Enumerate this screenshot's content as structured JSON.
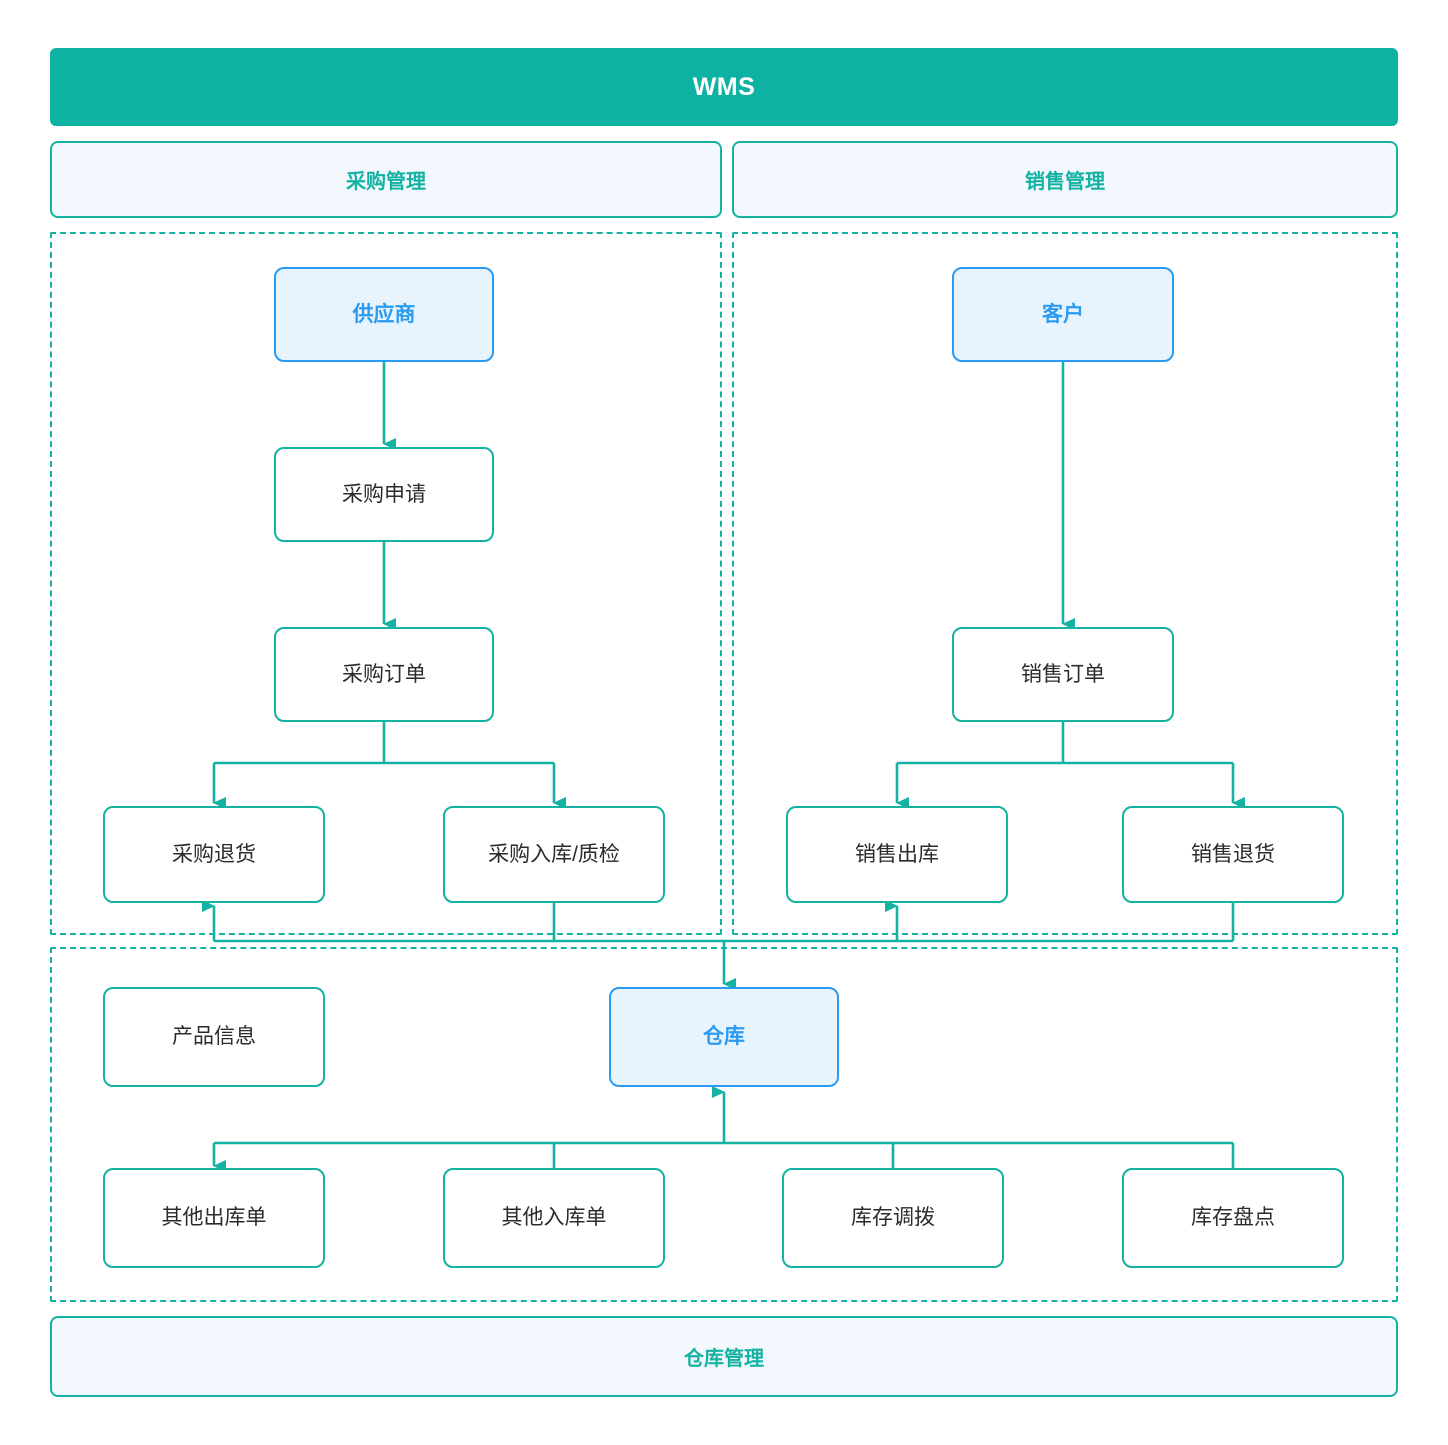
{
  "banner": {
    "title": "WMS"
  },
  "sections": {
    "purchase": {
      "title": "采购管理"
    },
    "sales": {
      "title": "销售管理"
    },
    "warehouse": {
      "title": "仓库管理"
    }
  },
  "nodes": {
    "supplier": "供应商",
    "purchase_request": "采购申请",
    "purchase_order": "采购订单",
    "purchase_return": "采购退货",
    "purchase_inbound_qc": "采购入库/质检",
    "customer": "客户",
    "sales_order": "销售订单",
    "sales_outbound": "销售出库",
    "sales_return": "销售退货",
    "product_info": "产品信息",
    "warehouse": "仓库",
    "other_outbound": "其他出库单",
    "other_inbound": "其他入库单",
    "stock_transfer": "库存调拨",
    "stock_count": "库存盘点"
  },
  "colors": {
    "banner_bg": "#0EB2A3",
    "banner_text": "#FFFFFF",
    "teal_border": "#13B2A2",
    "teal_text": "#13B2A2",
    "section_fill": "#F2F8FE",
    "accent_border": "#2A9BF0",
    "accent_fill": "#E8F4FD",
    "accent_text": "#2A9BF0",
    "node_text": "#2B2B2B",
    "node_fill": "#FFFFFF",
    "connector": "#13B2A2",
    "page_bg": "#FFFFFF"
  }
}
